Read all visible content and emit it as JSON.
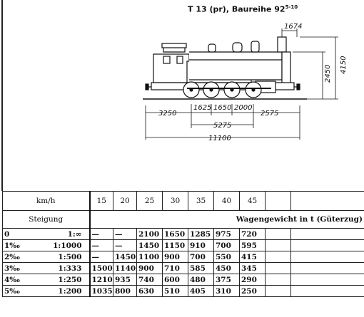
{
  "title": {
    "main": "T 13 (pr), Baureihe 92",
    "sup": "5-10"
  },
  "dimensions": {
    "top_width": "1674",
    "height_total": "4150",
    "height_boiler": "2450",
    "rear_overhang": "3250",
    "wheel_1": "1625",
    "wheel_2": "1650",
    "wheel_3": "2000",
    "front_overhang": "2575",
    "wheelbase": "5275",
    "length_total": "11100"
  },
  "table": {
    "speed_label": "km/h",
    "speeds": [
      "15",
      "20",
      "25",
      "30",
      "35",
      "40",
      "45",
      "",
      ""
    ],
    "gradient_label": "Steigung",
    "weight_label": "Wagengewicht in t (Güterzug)",
    "rows": [
      {
        "grade": "0",
        "ratio": "1:∞",
        "values": [
          "—",
          "—",
          "2100",
          "1650",
          "1285",
          "975",
          "720",
          "",
          ""
        ]
      },
      {
        "grade": "1‰",
        "ratio": "1:1000",
        "values": [
          "—",
          "—",
          "1450",
          "1150",
          "910",
          "700",
          "595",
          "",
          ""
        ]
      },
      {
        "grade": "2‰",
        "ratio": "1:500",
        "values": [
          "—",
          "1450",
          "1100",
          "900",
          "700",
          "550",
          "415",
          "",
          ""
        ]
      },
      {
        "grade": "3‰",
        "ratio": "1:333",
        "values": [
          "1500",
          "1140",
          "900",
          "710",
          "585",
          "450",
          "345",
          "",
          ""
        ]
      },
      {
        "grade": "4‰",
        "ratio": "1:250",
        "values": [
          "1210",
          "935",
          "740",
          "600",
          "480",
          "375",
          "290",
          "",
          ""
        ]
      },
      {
        "grade": "5‰",
        "ratio": "1:200",
        "values": [
          "1035",
          "800",
          "630",
          "510",
          "405",
          "310",
          "250",
          "",
          ""
        ]
      }
    ]
  }
}
